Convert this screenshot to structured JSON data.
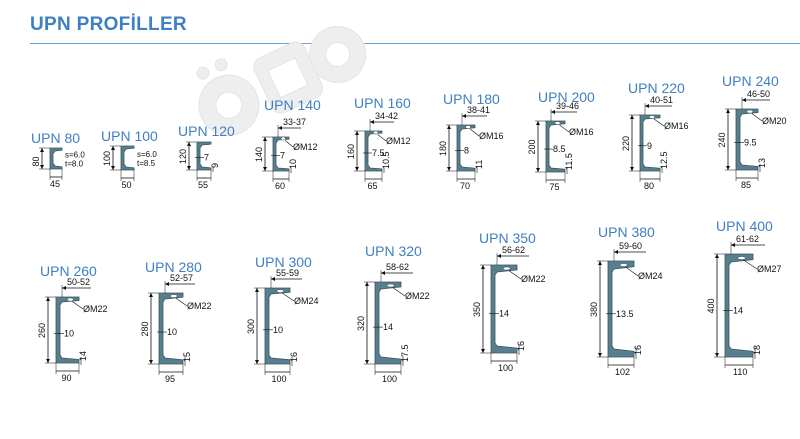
{
  "title": "UPN PROFİLLER",
  "watermark_text": "özg",
  "colors": {
    "profile_fill": "#587f8d",
    "profile_stroke": "#3b5560",
    "title": "#3f7fc4",
    "dim": "#111111"
  },
  "profiles": [
    {
      "label": "UPN 80",
      "h": "80",
      "b": "45",
      "s": "s=6.0",
      "t": "t=8.0",
      "small": true
    },
    {
      "label": "UPN 100",
      "h": "100",
      "b": "50",
      "s": "s=6.0",
      "t": "t=8.5",
      "small": true
    },
    {
      "label": "UPN 120",
      "h": "120",
      "b": "55",
      "tw": "7",
      "tf": "9"
    },
    {
      "label": "UPN 140",
      "h": "140",
      "b": "60",
      "tw": "7",
      "tf": "10",
      "flange": "33-37",
      "bolt": "ØM12"
    },
    {
      "label": "UPN 160",
      "h": "160",
      "b": "65",
      "tw": "7.5",
      "tf": "10.5",
      "flange": "34-42",
      "bolt": "ØM12"
    },
    {
      "label": "UPN 180",
      "h": "180",
      "b": "70",
      "tw": "8",
      "tf": "11",
      "flange": "38-41",
      "bolt": "ØM16"
    },
    {
      "label": "UPN 200",
      "h": "200",
      "b": "75",
      "tw": "8.5",
      "tf": "11.5",
      "flange": "39-46",
      "bolt": "ØM16"
    },
    {
      "label": "UPN 220",
      "h": "220",
      "b": "80",
      "tw": "9",
      "tf": "12.5",
      "flange": "40-51",
      "bolt": "ØM16"
    },
    {
      "label": "UPN 240",
      "h": "240",
      "b": "85",
      "tw": "9.5",
      "tf": "13",
      "flange": "46-50",
      "bolt": "ØM20"
    },
    {
      "label": "UPN 260",
      "h": "260",
      "b": "90",
      "tw": "10",
      "tf": "14",
      "flange": "50-52",
      "bolt": "ØM22"
    },
    {
      "label": "UPN 280",
      "h": "280",
      "b": "95",
      "tw": "10",
      "tf": "15",
      "flange": "52-57",
      "bolt": "ØM22"
    },
    {
      "label": "UPN 300",
      "h": "300",
      "b": "100",
      "tw": "10",
      "tf": "16",
      "flange": "55-59",
      "bolt": "ØM24"
    },
    {
      "label": "UPN 320",
      "h": "320",
      "b": "100",
      "tw": "14",
      "tf": "17.5",
      "flange": "58-62",
      "bolt": "ØM22"
    },
    {
      "label": "UPN 350",
      "h": "350",
      "b": "100",
      "tw": "14",
      "tf": "16",
      "flange": "56-62",
      "bolt": "ØM22"
    },
    {
      "label": "UPN 380",
      "h": "380",
      "b": "102",
      "tw": "13.5",
      "tf": "16",
      "flange": "59-60",
      "bolt": "ØM24"
    },
    {
      "label": "UPN 400",
      "h": "400",
      "b": "110",
      "tw": "14",
      "tf": "18",
      "flange": "61-62",
      "bolt": "ØM27"
    }
  ]
}
